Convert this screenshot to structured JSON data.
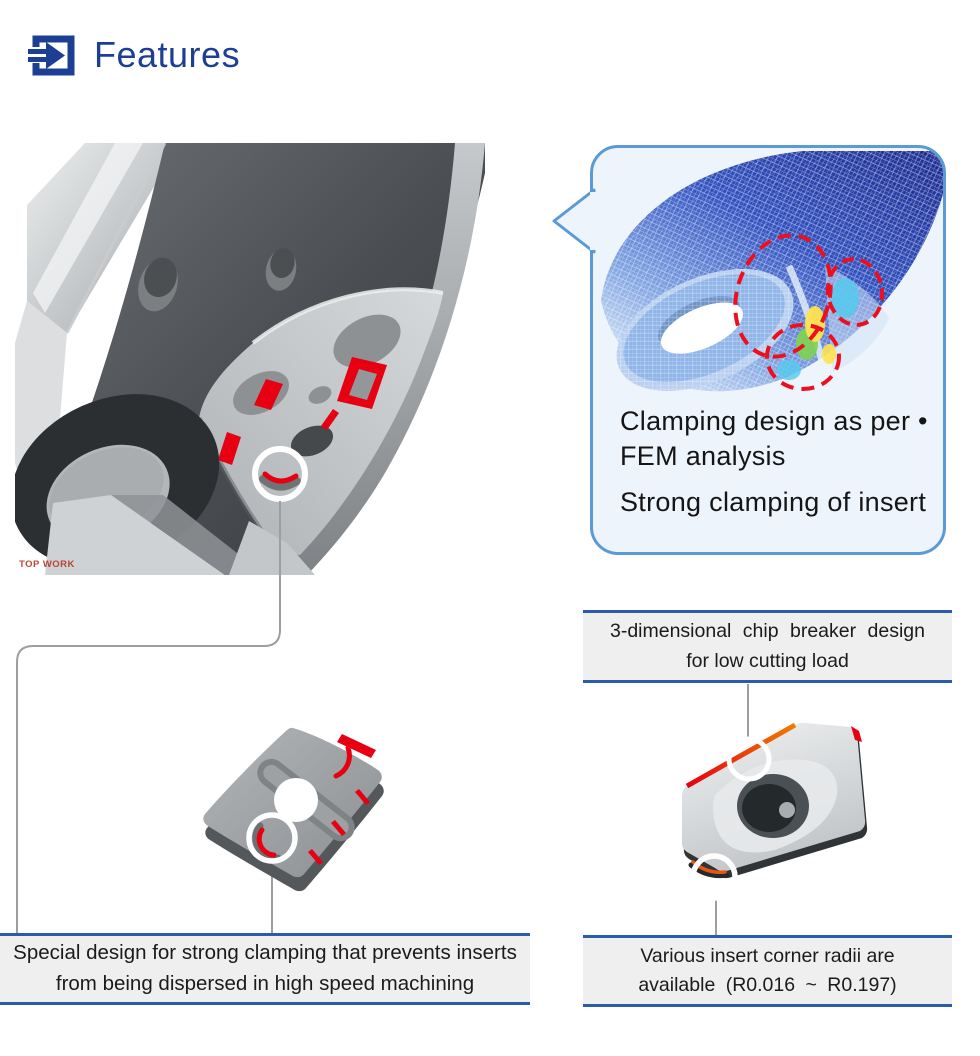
{
  "header": {
    "title": "Features"
  },
  "fem_bubble": {
    "line1": "Clamping design as per •",
    "line2": "FEM analysis",
    "line3": "Strong clamping of insert"
  },
  "chip_breaker_box": {
    "line1": "3-dimensional chip breaker design",
    "line2": "for low cutting load"
  },
  "clamping_box": {
    "line1": "Special design for strong clamping that prevents inserts",
    "line2": "from being dispersed in high speed machining"
  },
  "corner_radii_box": {
    "line1": "Various insert corner radii are",
    "line2": "available (R0.016 ~ R0.197)"
  },
  "cutter_figure": {
    "watermark": "TOP WORK"
  },
  "colors": {
    "accent_blue": "#1c3f94",
    "box_border_blue": "#2b5ca8",
    "bubble_border_blue": "#5b9bd5",
    "bubble_bg": "#eef4fb",
    "box_bg": "#efefef",
    "highlight_red": "#e60012",
    "edge_orange": "#f07c00"
  }
}
